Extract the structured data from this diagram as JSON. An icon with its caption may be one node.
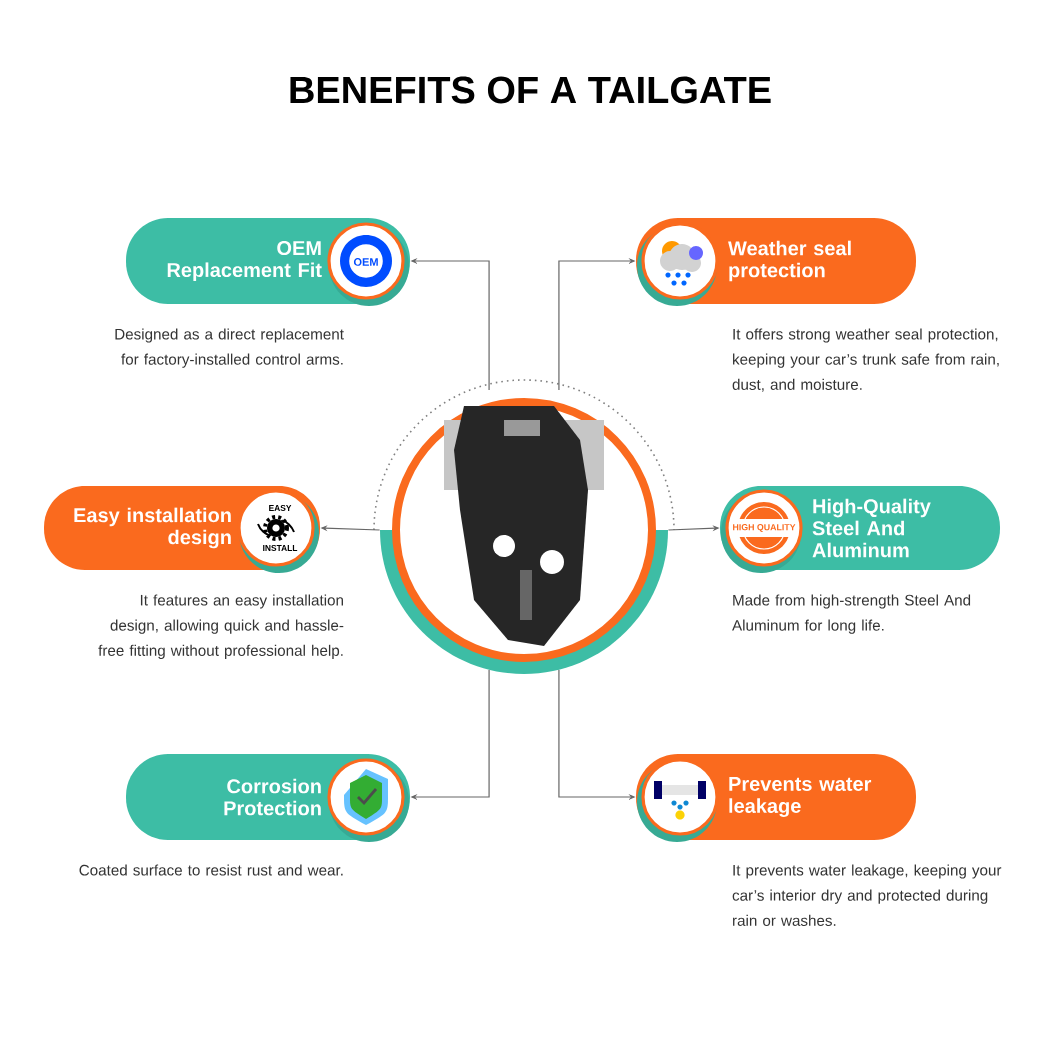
{
  "diagram": {
    "title": "BENEFITS OF A TAILGATE",
    "nodes": [
      {
        "text": [],
        "shape": "picture"
      },
      {
        "text": [
          "OEM Replacement Fit"
        ],
        "beside": [
          "Designed as a direct replacement for factory-installed control arms."
        ]
      },
      {
        "text": [
          "Weather seal protection"
        ],
        "beside": [
          "It offers strong weather seal protection, keeping your car’s trunk safe from rain, dust, and moisture."
        ]
      },
      {
        "text": [
          "Easy installation design"
        ],
        "beside": [
          "It features an easy installation design, allowing quick and hassle-free fitting without professional help."
        ]
      },
      {
        "text": [
          "High-Quality Steel And Aluminum"
        ],
        "beside": [
          "Made from high-strength Steel And Aluminum for long life."
        ]
      },
      {
        "text": [
          "Corrosion Protection"
        ],
        "beside": [
          "Coated surface to resist rust and wear."
        ]
      },
      {
        "text": [
          "Prevents water leakage"
        ],
        "beside": [
          "It prevents water leakage, keeping your car’s interior dry and protected during rain or washes."
        ]
      }
    ],
    "edges": [
      {
        "from": 0,
        "to": 1,
        "arrow": "to"
      },
      {
        "from": 0,
        "to": 2,
        "arrow": "to"
      },
      {
        "from": 0,
        "to": 3,
        "arrow": "to"
      },
      {
        "from": 0,
        "to": 4,
        "arrow": "to"
      },
      {
        "from": 0,
        "to": 5,
        "arrow": "to"
      },
      {
        "from": 0,
        "to": 6,
        "arrow": "to"
      }
    ],
    "labels": [
      "OEM",
      "EASY",
      "INSTALL",
      "HIGH QUALITY"
    ]
  }
}
